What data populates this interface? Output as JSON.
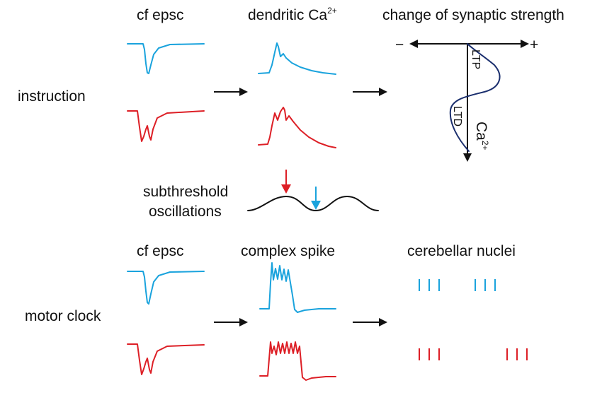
{
  "colors": {
    "cyan": "#1aa3dd",
    "red": "#dd1f26",
    "navy": "#1b2f6e",
    "ink": "#111111"
  },
  "instruction": {
    "row_label": "instruction",
    "col1_title": "cf epsc",
    "col2_title": "dendritic Ca",
    "col2_title_sup": "2+",
    "col3_title": "change of synaptic strength"
  },
  "plasticity_plot": {
    "minus": "−",
    "plus": "+",
    "ltp": "LTP",
    "ltd": "LTD",
    "ca": "Ca",
    "ca_sup": "2+"
  },
  "oscillation": {
    "label_line1": "subthreshold",
    "label_line2": "oscillations"
  },
  "motor_clock": {
    "row_label": "motor clock",
    "col1_title": "cf epsc",
    "col2_title": "complex spike",
    "col3_title": "cerebellar nuclei",
    "cyan_groups": [
      3,
      3
    ],
    "red_groups": [
      3,
      3
    ]
  }
}
